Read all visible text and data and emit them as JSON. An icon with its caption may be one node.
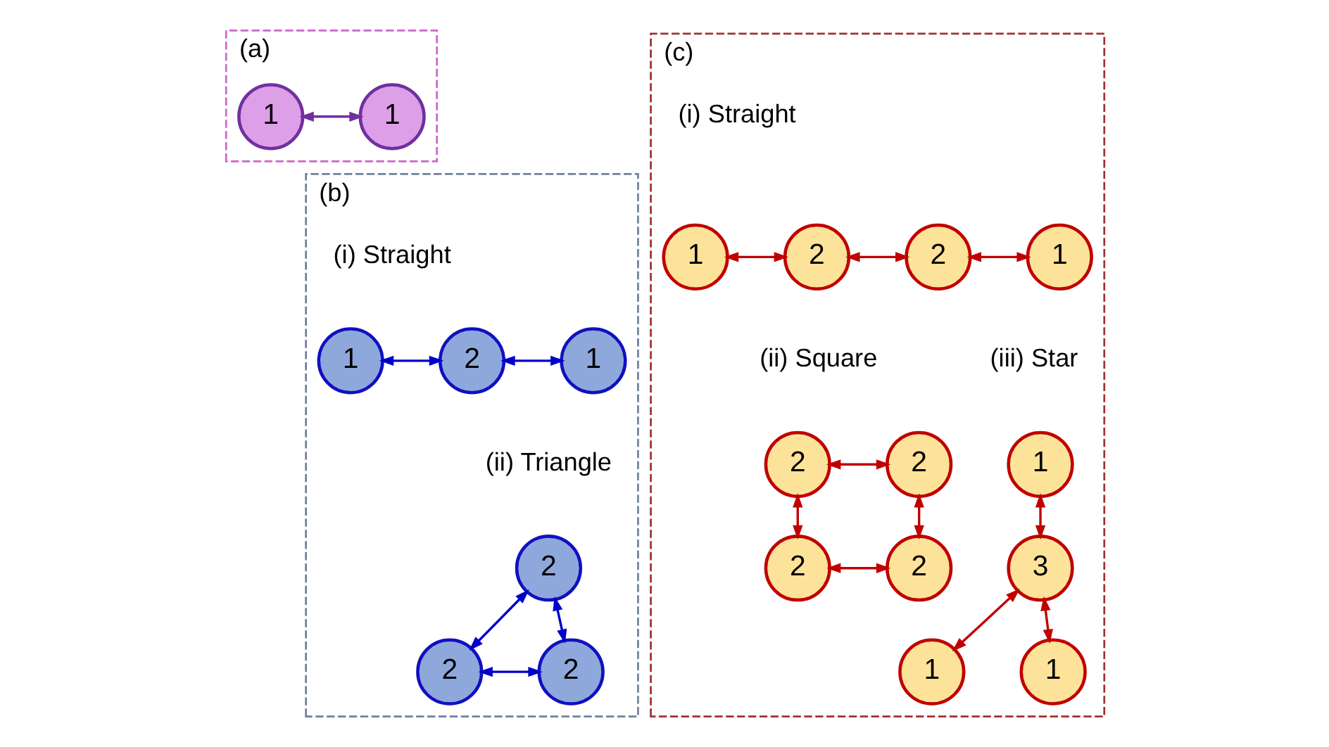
{
  "diagram": {
    "nodes": [
      {
        "text": [
          "(a)"
        ]
      },
      {
        "text": [
          "1"
        ],
        "in": 0
      },
      {
        "text": [
          "1"
        ],
        "in": 0
      },
      {
        "text": [
          "(b)"
        ]
      },
      {
        "text": [
          "1"
        ],
        "in": 3
      },
      {
        "text": [
          "2"
        ],
        "in": 3
      },
      {
        "text": [
          "1"
        ],
        "in": 3
      },
      {
        "text": [
          "2"
        ],
        "in": 3
      },
      {
        "text": [
          "2"
        ],
        "in": 3
      },
      {
        "text": [
          "2"
        ],
        "in": 3
      },
      {
        "text": [
          "(c)"
        ]
      },
      {
        "text": [
          "1"
        ],
        "in": 10
      },
      {
        "text": [
          "2"
        ],
        "in": 10
      },
      {
        "text": [
          "2"
        ],
        "in": 10
      },
      {
        "text": [
          "1"
        ],
        "in": 10
      },
      {
        "text": [
          "2"
        ],
        "in": 10
      },
      {
        "text": [
          "2"
        ],
        "in": 10
      },
      {
        "text": [
          "2"
        ],
        "in": 10
      },
      {
        "text": [
          "2"
        ],
        "in": 10
      },
      {
        "text": [
          "1"
        ],
        "in": 10
      },
      {
        "text": [
          "3"
        ],
        "in": 10
      },
      {
        "text": [
          "1"
        ],
        "in": 10
      },
      {
        "text": [
          "1"
        ],
        "in": 10
      }
    ],
    "edges": [
      {
        "from": 1,
        "to": 2,
        "arrow": "both",
        "color": "#7030a0"
      },
      {
        "from": 4,
        "to": 5,
        "arrow": "both",
        "color": "#0000cc"
      },
      {
        "from": 5,
        "to": 6,
        "arrow": "both",
        "color": "#0000cc"
      },
      {
        "from": 7,
        "to": 8,
        "arrow": "both",
        "color": "#0000cc"
      },
      {
        "from": 7,
        "to": 9,
        "arrow": "both",
        "color": "#0000cc"
      },
      {
        "from": 8,
        "to": 9,
        "arrow": "both",
        "color": "#0000cc"
      },
      {
        "from": 11,
        "to": 12,
        "arrow": "both"
      },
      {
        "from": 12,
        "to": 13,
        "arrow": "both"
      },
      {
        "from": 13,
        "to": 14,
        "arrow": "both"
      },
      {
        "from": 15,
        "to": 16,
        "arrow": "both"
      },
      {
        "from": 15,
        "to": 17,
        "arrow": "both"
      },
      {
        "from": 16,
        "to": 18,
        "arrow": "both"
      },
      {
        "from": 17,
        "to": 18,
        "arrow": "both"
      },
      {
        "from": 19,
        "to": 20,
        "arrow": "both"
      },
      {
        "from": 20,
        "to": 21,
        "arrow": "both"
      },
      {
        "from": 20,
        "to": 22,
        "arrow": "both"
      }
    ],
    "labels": [
      "(i) Straight",
      "(ii) Triangle",
      "(i) Straight",
      "(ii) Square",
      "(iii) Star"
    ]
  }
}
